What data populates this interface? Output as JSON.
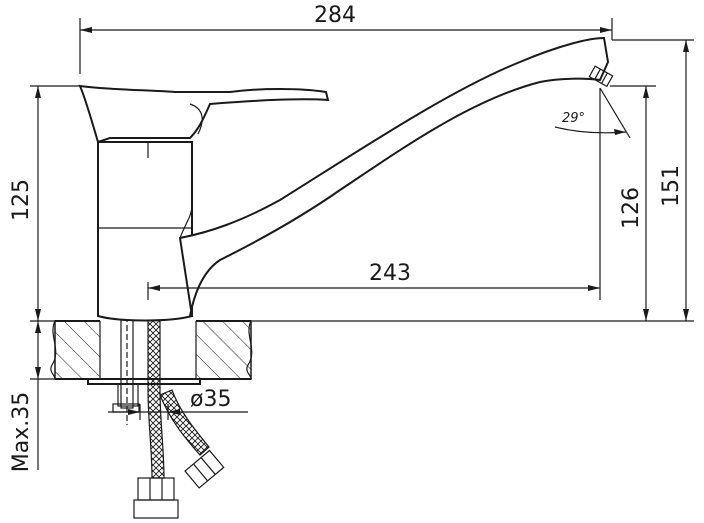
{
  "dimensions": {
    "overall_width": "284",
    "height_left": "125",
    "spout_reach": "243",
    "spout_height": "126",
    "overall_height": "151",
    "hole_diameter": "ø35",
    "max_thickness": "Max.35",
    "spout_angle": "29°"
  },
  "colors": {
    "line": "#1a1a1a",
    "background": "#ffffff"
  }
}
